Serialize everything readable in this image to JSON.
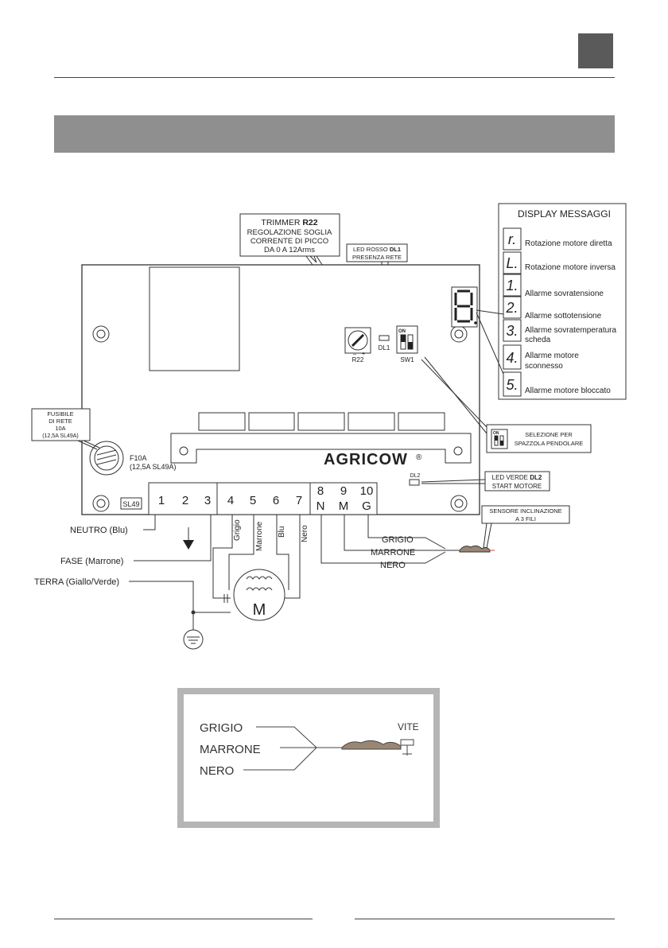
{
  "trimmer": {
    "line1_prefix": "TRIMMER ",
    "line1_bold": "R22",
    "line2": "REGOLAZIONE SOGLIA",
    "line3": "CORRENTE DI PICCO",
    "line4": "DA 0 A 12Arms"
  },
  "led_dl1": {
    "line1_prefix": "LED ROSSO ",
    "line1_bold": "DL1",
    "line2": "PRESENZA RETE"
  },
  "display": {
    "title": "DISPLAY MESSAGGI",
    "messages": [
      {
        "code": "r.",
        "text": "Rotazione motore diretta"
      },
      {
        "code": "L.",
        "text": "Rotazione motore inversa"
      },
      {
        "code": "1.",
        "text": "Allarme sovratensione"
      },
      {
        "code": "2.",
        "text": "Allarme sottotensione"
      },
      {
        "code": "3.",
        "text": "Allarme sovratemperatura",
        "text2": "scheda"
      },
      {
        "code": "4.",
        "text": "Allarme motore",
        "text2": "sconnesso"
      },
      {
        "code": "5.",
        "text": "Allarme motore bloccato"
      }
    ],
    "digit": "8."
  },
  "board": {
    "trimmer_label": "R22",
    "dl1_label": "DL1",
    "sw1_label": "SW1",
    "sw_on": "ON",
    "fuse_label": "F10A",
    "fuse_sub": "(12,5A SL49A)",
    "sl49": "SL49",
    "brand": "AGRICOW",
    "brand_mark": "®",
    "dl2_label": "DL2",
    "terminals": [
      "1",
      "2",
      "3",
      "4",
      "5",
      "6",
      "7",
      "8",
      "9",
      "10"
    ],
    "terminal_letters": [
      "N",
      "M",
      "G"
    ]
  },
  "fuse_callout": {
    "line1": "FUSIBILE",
    "line2": "DI RETE",
    "line3": "10A",
    "line4": "(12,5A SL49A)"
  },
  "selector": {
    "line1": "SELEZIONE PER",
    "line2": "SPAZZOLA PENDOLARE",
    "on": "ON"
  },
  "led_dl2": {
    "line1_prefix": "LED VERDE ",
    "line1_bold": "DL2",
    "line2": "START MOTORE"
  },
  "sensor": {
    "line1": "SENSORE INCLINAZIONE",
    "line2": "A 3 FILI"
  },
  "wires": {
    "neutro": "NEUTRO (Blu)",
    "fase": "FASE (Marrone)",
    "terra": "TERRA (Giallo/Verde)",
    "motor_wires": [
      "Grigio",
      "Marrone",
      "Blu",
      "Nero"
    ],
    "motor": "M",
    "sensor_wires": [
      "GRIGIO",
      "MARRONE",
      "NERO"
    ]
  },
  "inset": {
    "wires": [
      "GRIGIO",
      "MARRONE",
      "NERO"
    ],
    "vite": "VITE"
  }
}
